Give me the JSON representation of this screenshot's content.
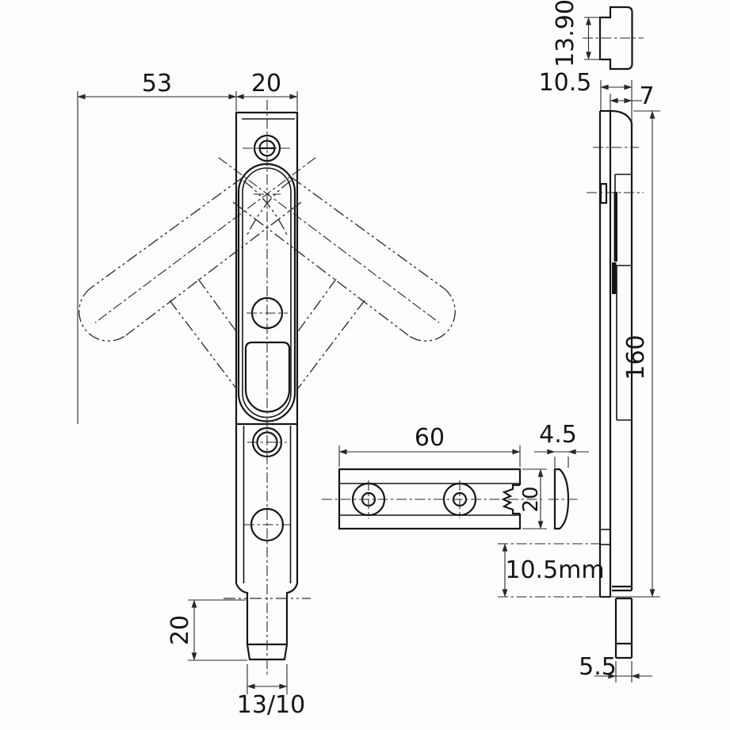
{
  "colors": {
    "background": "#fdfdfd",
    "line": "#161616",
    "text": "#161616"
  },
  "dimensions": {
    "front_handle_offset": "53",
    "front_plate_width": "20",
    "front_rod_length": "20",
    "front_rod_width": "13/10",
    "cap_height": "13.90",
    "depth_total": "10.5",
    "depth_body": "7",
    "side_length": "160",
    "side_rod_tip": "5.5",
    "keeper_length": "60",
    "keeper_profile_thickness": "4.5",
    "keeper_width": "20",
    "backset": "10.5mm"
  }
}
